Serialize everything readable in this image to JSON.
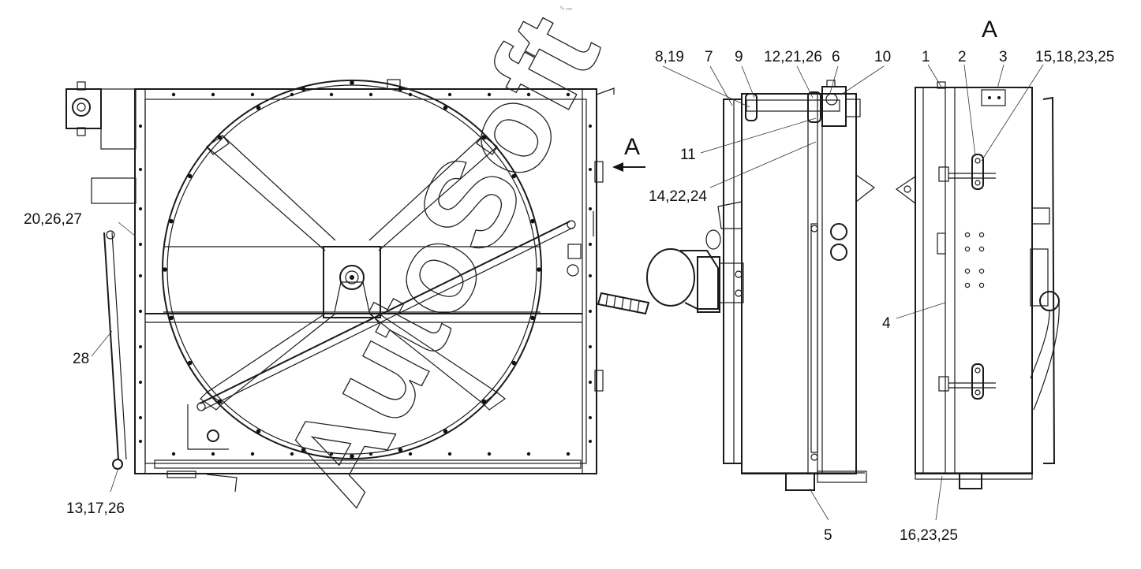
{
  "top_mark": "ᵃₒ ₒₒₒ",
  "view_marker_left": "A",
  "view_marker_right": "A",
  "watermark": "AutoSoft",
  "labels": {
    "l_8_19": "8,19",
    "l_7": "7",
    "l_9": "9",
    "l_12_21_26": "12,21,26",
    "l_6": "6",
    "l_10": "10",
    "l_1": "1",
    "l_2": "2",
    "l_3": "3",
    "l_15_18_23_25": "15,18,23,25",
    "l_11": "11",
    "l_14_22_24": "14,22,24",
    "l_20_26_27": "20,26,27",
    "l_28": "28",
    "l_4": "4",
    "l_13_17_26": "13,17,26",
    "l_5": "5",
    "l_16_23_25": "16,23,25"
  }
}
